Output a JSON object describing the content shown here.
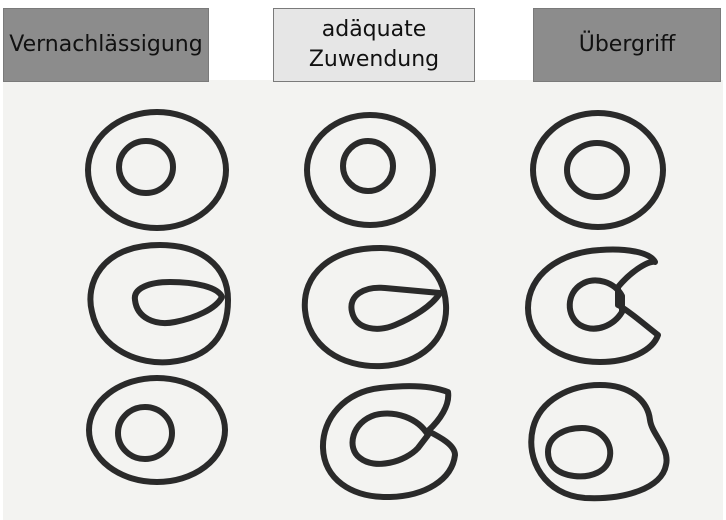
{
  "labels": {
    "left": "Vernachlässigung",
    "center_line1": "adäquate",
    "center_line2": "Zuwendung",
    "right": "Übergriff"
  },
  "colors": {
    "label_dark": "#8c8c8c",
    "label_light": "#e6e6e6",
    "stroke": "#2a2a2a",
    "paper": "#f3f3f1"
  }
}
